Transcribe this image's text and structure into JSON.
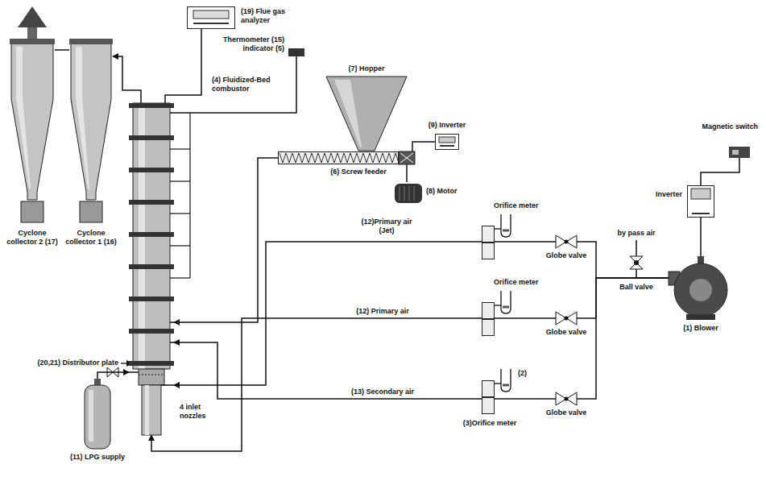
{
  "diagram": {
    "nodes": [
      {
        "text": [
          "(19) Flue gas analyzer"
        ]
      },
      {
        "text": [
          "Thermometer (15) indicator (5)"
        ]
      },
      {
        "text": [
          "(4) Fluidized-Bed combustor"
        ]
      },
      {
        "text": [
          "(7) Hopper"
        ]
      },
      {
        "text": [
          "(9) Inverter"
        ]
      },
      {
        "text": [
          "(6) Screw feeder"
        ]
      },
      {
        "text": [
          "(8) Motor"
        ]
      },
      {
        "text": [
          "Magnetic switch"
        ]
      },
      {
        "text": [
          "Inverter"
        ]
      },
      {
        "text": [
          "Cyclone collector 2 (17)"
        ]
      },
      {
        "text": [
          "Cyclone collector 1 (16)"
        ]
      },
      {
        "text": [
          "Orifice meter"
        ]
      },
      {
        "text": [
          "Globe valve"
        ]
      },
      {
        "text": [
          "Ball valve"
        ]
      },
      {
        "text": [
          "(1) Blower"
        ]
      },
      {
        "text": [
          "Orifice meter"
        ]
      },
      {
        "text": [
          "Globe valve"
        ]
      },
      {
        "text": [
          "(3)Orifice meter"
        ]
      },
      {
        "text": [
          "Globe valve"
        ]
      },
      {
        "text": [
          "(11) LPG supply"
        ]
      }
    ],
    "edges": [
      {
        "from": 2,
        "to": 10,
        "arrow": "to"
      },
      {
        "from": 10,
        "to": 9,
        "arrow": "none"
      },
      {
        "from": 2,
        "to": 0,
        "arrow": "none"
      },
      {
        "from": 1,
        "to": 2,
        "arrow": "none"
      },
      {
        "from": 5,
        "to": 2,
        "arrow": "to"
      },
      {
        "from": 6,
        "to": 5,
        "arrow": "none"
      },
      {
        "from": 4,
        "to": 5,
        "arrow": "none"
      },
      {
        "from": 7,
        "to": 8,
        "arrow": "none"
      },
      {
        "from": 8,
        "to": 14,
        "arrow": "none"
      },
      {
        "from": 14,
        "to": 13,
        "arrow": "none"
      },
      {
        "from": 14,
        "to": 12,
        "arrow": "none"
      },
      {
        "from": 14,
        "to": 16,
        "arrow": "none"
      },
      {
        "from": 14,
        "to": 18,
        "arrow": "none"
      },
      {
        "from": 12,
        "to": 11,
        "arrow": "none"
      },
      {
        "from": 16,
        "to": 15,
        "arrow": "none"
      },
      {
        "from": 18,
        "to": 17,
        "arrow": "none"
      },
      {
        "from": 11,
        "to": 2,
        "arrow": "to",
        "label": "(12)Primary air (Jet)"
      },
      {
        "from": 15,
        "to": 2,
        "arrow": "to",
        "label": "(12) Primary air"
      },
      {
        "from": 17,
        "to": 2,
        "arrow": "to",
        "label": "(13) Secondary air"
      },
      {
        "from": 19,
        "to": 2,
        "arrow": "to"
      }
    ],
    "labels": [
      "(2)",
      "by pass air",
      "(20,21) Distributor plate",
      "4 inlet nozzles"
    ]
  }
}
